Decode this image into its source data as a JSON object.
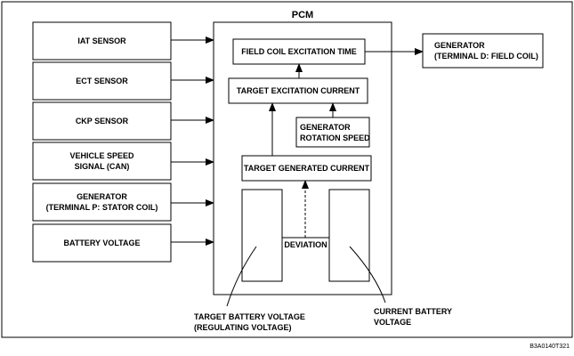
{
  "pcm": {
    "title": "PCM"
  },
  "inputs": {
    "iat": [
      "IAT SENSOR"
    ],
    "ect": [
      "ECT SENSOR"
    ],
    "ckp": [
      "CKP SENSOR"
    ],
    "vss": [
      "VEHICLE SPEED",
      "SIGNAL (CAN)"
    ],
    "gen_p": [
      "GENERATOR",
      "(TERMINAL P: STATOR COIL)"
    ],
    "batt": [
      "BATTERY VOLTAGE"
    ]
  },
  "blocks": {
    "field_time": "FIELD COIL EXCITATION TIME",
    "target_exc": "TARGET EXCITATION CURRENT",
    "gen_speed": [
      "GENERATOR",
      "ROTATION SPEED"
    ],
    "target_gen": "TARGET GENERATED CURRENT",
    "deviation": "DEVIATION"
  },
  "output": {
    "gen_d": [
      "GENERATOR",
      "(TERMINAL D: FIELD COIL)"
    ]
  },
  "callouts": {
    "target_batt": [
      "TARGET BATTERY VOLTAGE",
      "(REGULATING VOLTAGE)"
    ],
    "current_batt": [
      "CURRENT BATTERY",
      "VOLTAGE"
    ]
  },
  "figure_code": "B3A0140T321"
}
